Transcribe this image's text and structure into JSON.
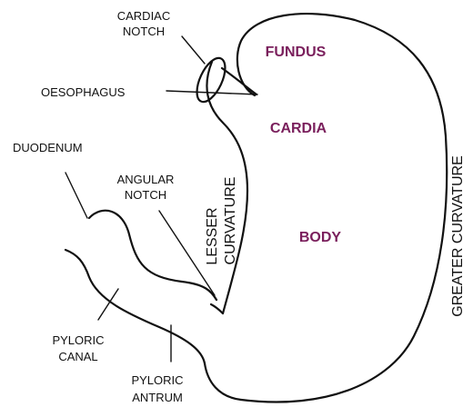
{
  "labels": {
    "cardiac_notch_line1": "CARDIAC",
    "cardiac_notch_line2": "NOTCH",
    "oesophagus": "OESOPHAGUS",
    "duodenum": "DUODENUM",
    "angular_notch_line1": "ANGULAR",
    "angular_notch_line2": "NOTCH",
    "lesser_curvature_line1": "LESSER",
    "lesser_curvature_line2": "CURVATURE",
    "pyloric_canal_line1": "PYLORIC",
    "pyloric_canal_line2": "CANAL",
    "pyloric_antrum_line1": "PYLORIC",
    "pyloric_antrum_line2": "ANTRUM",
    "greater_curvature": "GREATER CURVATURE"
  },
  "regions": {
    "fundus": "FUNDUS",
    "cardia": "CARDIA",
    "body": "BODY"
  },
  "colors": {
    "outline": "#111111",
    "region_text": "#7a1f5c"
  }
}
